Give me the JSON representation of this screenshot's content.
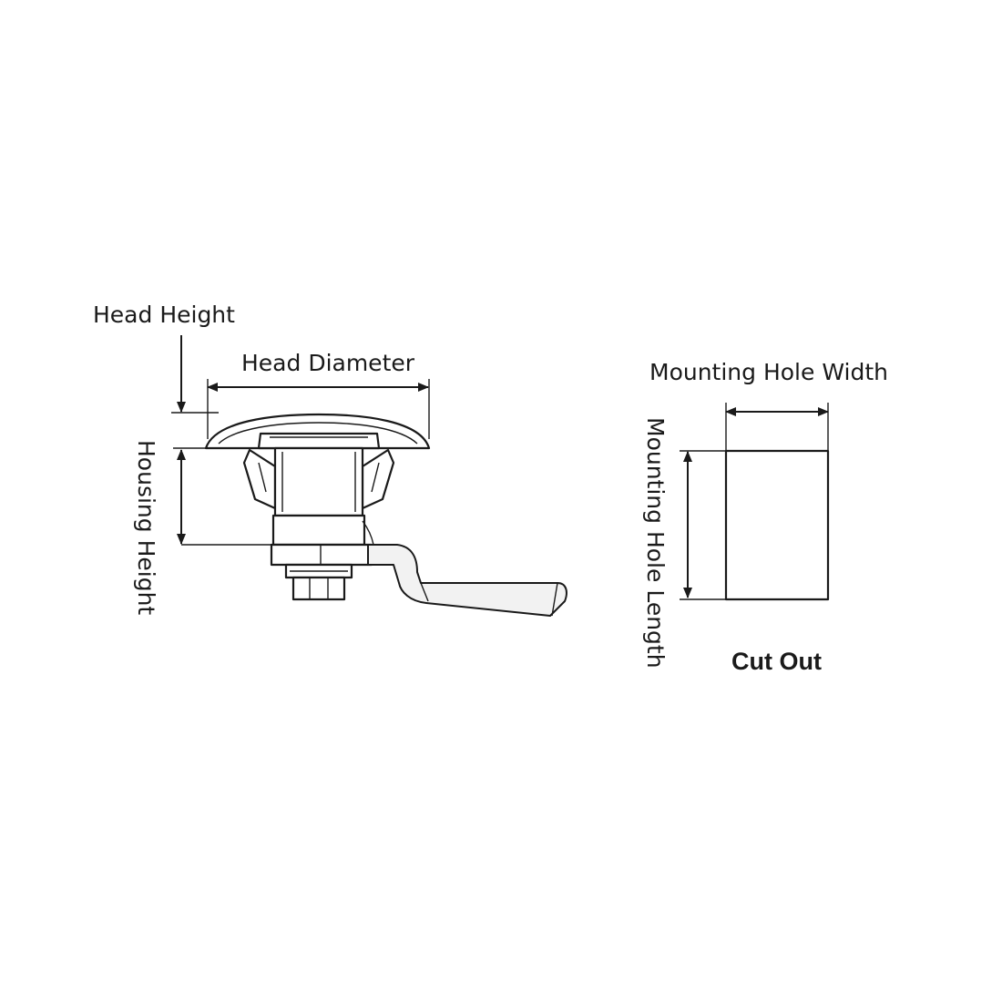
{
  "labels": {
    "head_height": "Head Height",
    "head_diameter": "Head Diameter",
    "housing_height": "Housing Height",
    "mounting_hole_width": "Mounting Hole Width",
    "mounting_hole_length": "Mounting Hole Length",
    "cut_out": "Cut Out"
  },
  "colors": {
    "line": "#1a1a1a",
    "background": "#ffffff"
  }
}
